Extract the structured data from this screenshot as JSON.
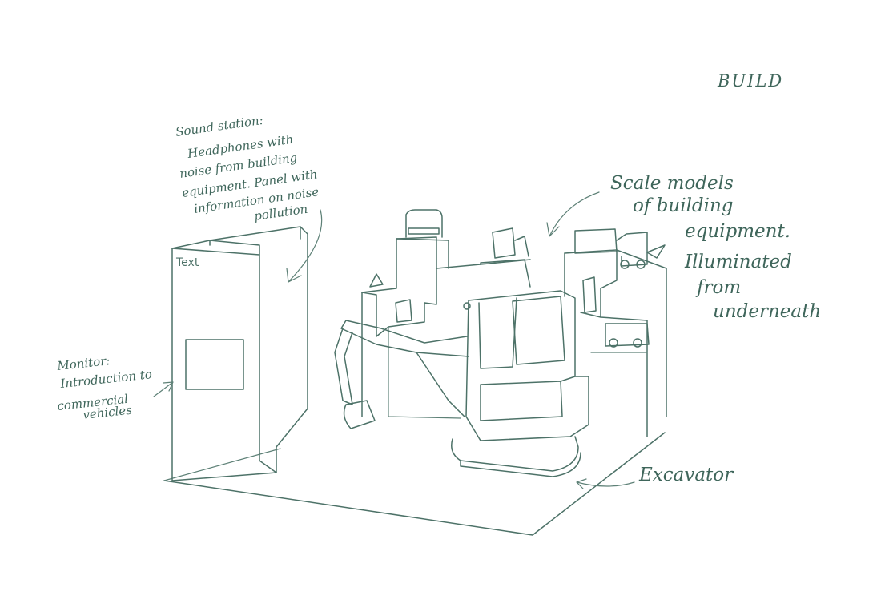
{
  "title": "BUILD",
  "annotations": {
    "sound_station": [
      "Sound station:",
      "Headphones with",
      "noise from building",
      "equipment. Panel with",
      "information on noise",
      "pollution"
    ],
    "scale_models": [
      "Scale models",
      "of building",
      "equipment.",
      "Illuminated",
      "from",
      "underneath"
    ],
    "monitor": [
      "Monitor:",
      "Introduction to",
      "commercial",
      "vehicles"
    ],
    "excavator": "Excavator"
  },
  "panel_label": "Text"
}
